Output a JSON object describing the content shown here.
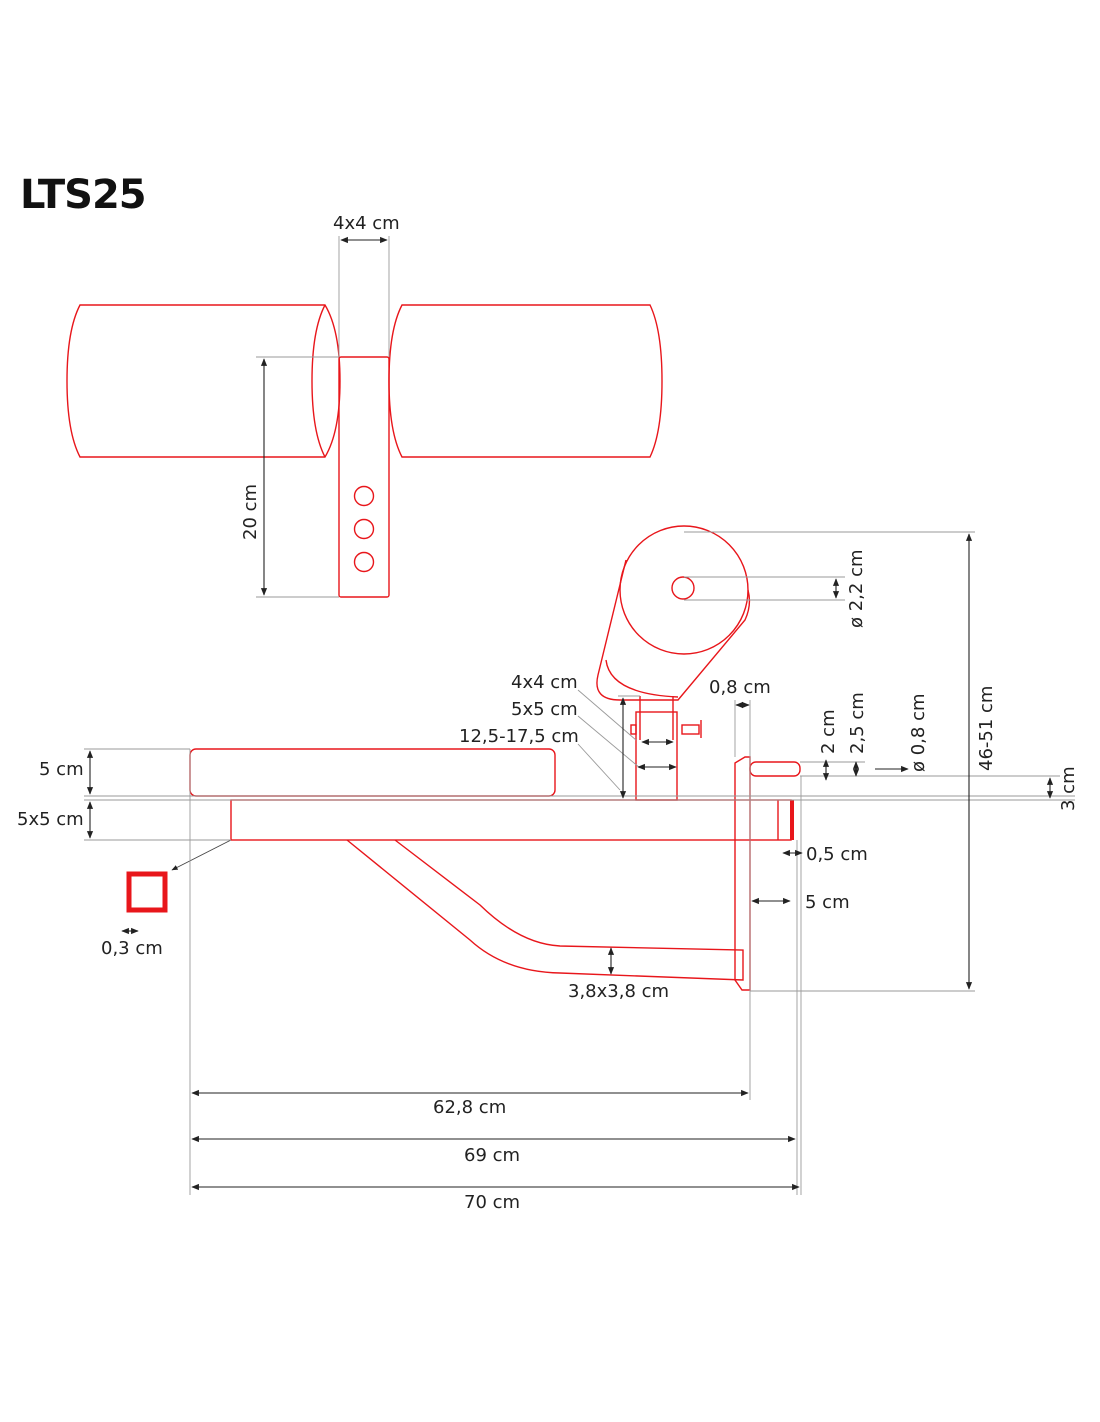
{
  "title": "LTS25",
  "colors": {
    "drawing": "#e8161b",
    "dimension": "#222222",
    "guide": "#9a9a9a"
  },
  "dimensions": {
    "top_post": "4x4 cm",
    "top_height": "20 cm",
    "pin_diameter": "ø 2,2 cm",
    "post_4x4": "4x4 cm",
    "post_5x5": "5x5 cm",
    "adjust_range": "12,5-17,5 cm",
    "plate_thickness": "0,8 cm",
    "pin_2": "2 cm",
    "pin_25": "2,5 cm",
    "pin_08": "ø 0,8 cm",
    "total_height": "46-51 cm",
    "offset_3": "3 cm",
    "seat_5": "5 cm",
    "tube_5x5": "5x5 cm",
    "wall_03": "0,3 cm",
    "cap_05": "0,5 cm",
    "plate_5": "5 cm",
    "brace": "3,8x3,8 cm",
    "len_628": "62,8 cm",
    "len_69": "69 cm",
    "len_70": "70 cm"
  }
}
